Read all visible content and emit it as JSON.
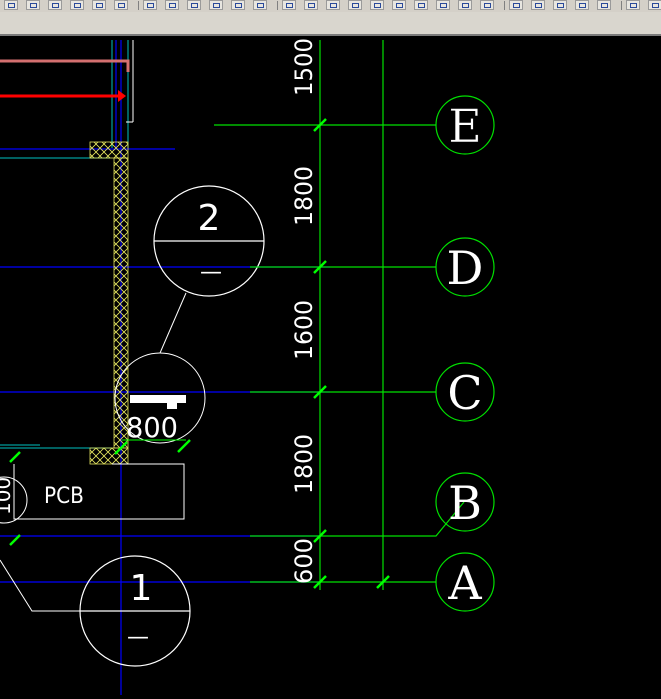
{
  "toolbar": {
    "button_icons": [
      "dimension-icon",
      "dimension-icon",
      "arc-icon",
      "pan-icon",
      "zoom-icon",
      "layer-icon",
      "open-icon",
      "zoom-window-icon",
      "properties-icon",
      "properties-icon",
      "match-icon",
      "match-icon",
      "linear-dim-icon",
      "aligned-dim-icon",
      "ordinate-dim-icon",
      "radius-dim-icon",
      "angular-dim-icon",
      "baseline-dim-icon",
      "continue-dim-icon",
      "leader-icon",
      "tolerance-icon",
      "text-style-icon",
      "dim-style-icon",
      "table-icon",
      "block-icon",
      "insert-icon",
      "hatch-icon",
      "undo-icon",
      "redo-icon"
    ]
  },
  "drawing": {
    "grid_axes": [
      {
        "label": "E"
      },
      {
        "label": "D"
      },
      {
        "label": "C"
      },
      {
        "label": "B"
      },
      {
        "label": "A"
      }
    ],
    "dimensions": [
      "1500",
      "1800",
      "1600",
      "1800",
      "600"
    ],
    "detail_callouts": [
      {
        "number": "2",
        "sheet": "—"
      },
      {
        "number": "1",
        "sheet": "—"
      }
    ],
    "partial_labels": {
      "dim_800": "800",
      "dim_100": "100"
    },
    "room_label": "PCB",
    "colors": {
      "grid_line": "#00e000",
      "dim_tick": "#00ff00",
      "wall_line": "#0000ff",
      "callout": "#ffffff",
      "duct_red": "#ff0000",
      "duct_pink": "#d47070",
      "hatch": "#ffff66",
      "cyan": "#00c0c0"
    }
  }
}
